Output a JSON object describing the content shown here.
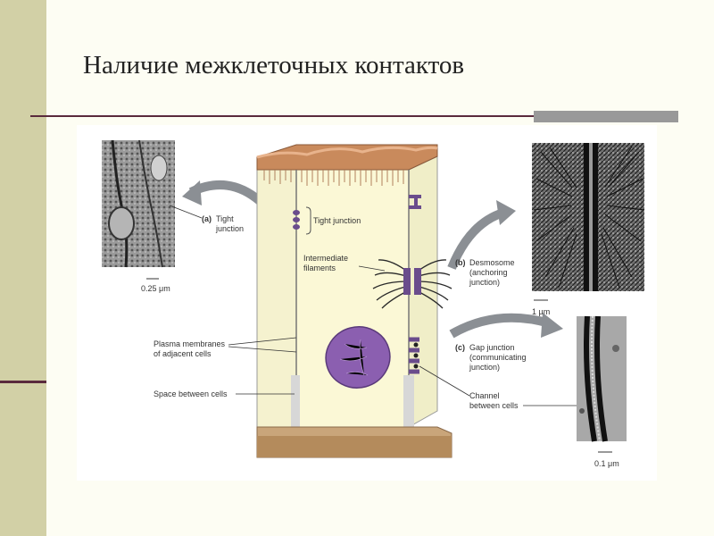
{
  "slide": {
    "title": "Наличие межклеточных контактов"
  },
  "figure": {
    "labels": {
      "tight_letter": "(a)",
      "tight_line1": "Tight",
      "tight_line2": "junction",
      "tight_center": "Tight junction",
      "intermediate_line1": "Intermediate",
      "intermediate_line2": "filaments",
      "desmo_letter": "(b)",
      "desmo_line1": "Desmosome",
      "desmo_line2": "(anchoring",
      "desmo_line3": "junction)",
      "gap_letter": "(c)",
      "gap_line1": "Gap junction",
      "gap_line2": "(communicating",
      "gap_line3": "junction)",
      "plasma_line1": "Plasma membranes",
      "plasma_line2": "of adjacent cells",
      "space": "Space between cells",
      "channel_line1": "Channel",
      "channel_line2": "between cells"
    },
    "scales": {
      "tight": "0.25 μm",
      "desmo": "1 μm",
      "gap": "0.1 μm"
    },
    "colors": {
      "microvilli": "#c98a5c",
      "cell_body": "#fbf8d6",
      "nucleus": "#8b5fb0",
      "junction": "#6a4c8c",
      "arrow": "#8b8f94",
      "basement": "#c9a57a"
    }
  }
}
